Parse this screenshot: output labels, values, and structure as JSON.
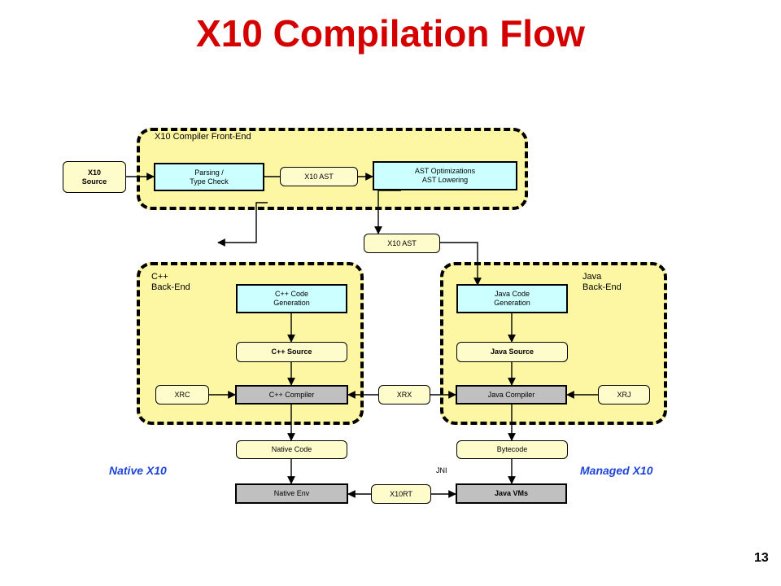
{
  "title": "X10 Compilation Flow",
  "page_number": "13",
  "regions": {
    "front_end": "X10 Compiler Front-End",
    "cpp_back_end": [
      "C++",
      "Back-End"
    ],
    "java_back_end": [
      "Java",
      "Back-End"
    ]
  },
  "nodes": {
    "x10_source": [
      "X10",
      "Source"
    ],
    "parsing": [
      "Parsing /",
      "Type Check"
    ],
    "x10_ast_top": "X10 AST",
    "ast_opt": [
      "AST Optimizations",
      "AST Lowering"
    ],
    "x10_ast_mid": "X10 AST",
    "cpp_codegen": [
      "C++ Code",
      "Generation"
    ],
    "java_codegen": [
      "Java Code",
      "Generation"
    ],
    "cpp_source": "C++ Source",
    "java_source": "Java Source",
    "xrc": "XRC",
    "cpp_compiler": "C++ Compiler",
    "xrx": "XRX",
    "java_compiler": "Java Compiler",
    "xrj": "XRJ",
    "native_code": "Native Code",
    "bytecode": "Bytecode",
    "native_env": "Native Env",
    "x10rt": "X10RT",
    "java_vms": "Java VMs"
  },
  "labels": {
    "native_x10": "Native X10",
    "managed_x10": "Managed X10",
    "jni": "JNI"
  }
}
